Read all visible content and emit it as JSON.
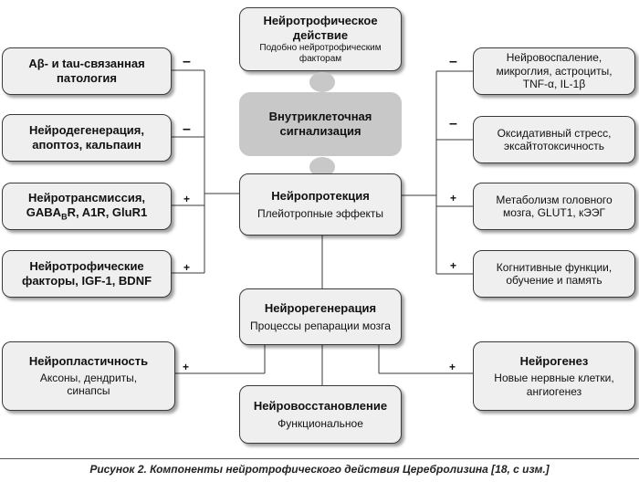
{
  "diagram": {
    "center": {
      "top": {
        "title": "Нейротрофическое действие",
        "sub": "Подобно нейротрофическим факторам"
      },
      "signaling": {
        "title": "Внутриклеточная сигнализация"
      },
      "protection": {
        "title": "Нейропротекция",
        "sub": "Плейотропные эффекты"
      },
      "regeneration": {
        "title": "Нейрорегенерация",
        "sub": "Процессы репарации мозга"
      },
      "recovery": {
        "title": "Нейровосстановление",
        "sub": "Функциональное"
      }
    },
    "left": [
      {
        "title": "Aβ- и tau-связанная патология",
        "sign": "–"
      },
      {
        "title": "Нейродегенерация, апоптоз, кальпаин",
        "sign": "–"
      },
      {
        "title_pre": "Нейротрансмиссия, GABA",
        "title_sub": "B",
        "title_post": "R, A1R, GluR1",
        "sign": "+"
      },
      {
        "title": "Нейротрофические факторы, IGF-1, BDNF",
        "sign": "+"
      },
      {
        "title": "Нейропластичность",
        "sub": "Аксоны, дендриты, синапсы",
        "sign": "+"
      }
    ],
    "right": [
      {
        "text": "Нейровоспаление, микроглия, астроциты, TNF-α, IL-1β",
        "sign": "–"
      },
      {
        "text": "Оксидативный стресс, эксайтотоксичность",
        "sign": "–"
      },
      {
        "text": "Метаболизм головного мозга, GLUT1, кЭЭГ",
        "sign": "+"
      },
      {
        "text": "Когнитивные функции, обучение и память",
        "sign": "+"
      },
      {
        "title": "Нейрогенез",
        "sub": "Новые нервные клетки, ангиогенез",
        "sign": "+"
      }
    ]
  },
  "caption": "Рисунок 2. Компоненты нейротрофического действия Церебролизина [18, с изм.]",
  "colors": {
    "box_fill": "#efefef",
    "signal_fill": "#c8c8c8",
    "line": "#3a3a3a"
  }
}
